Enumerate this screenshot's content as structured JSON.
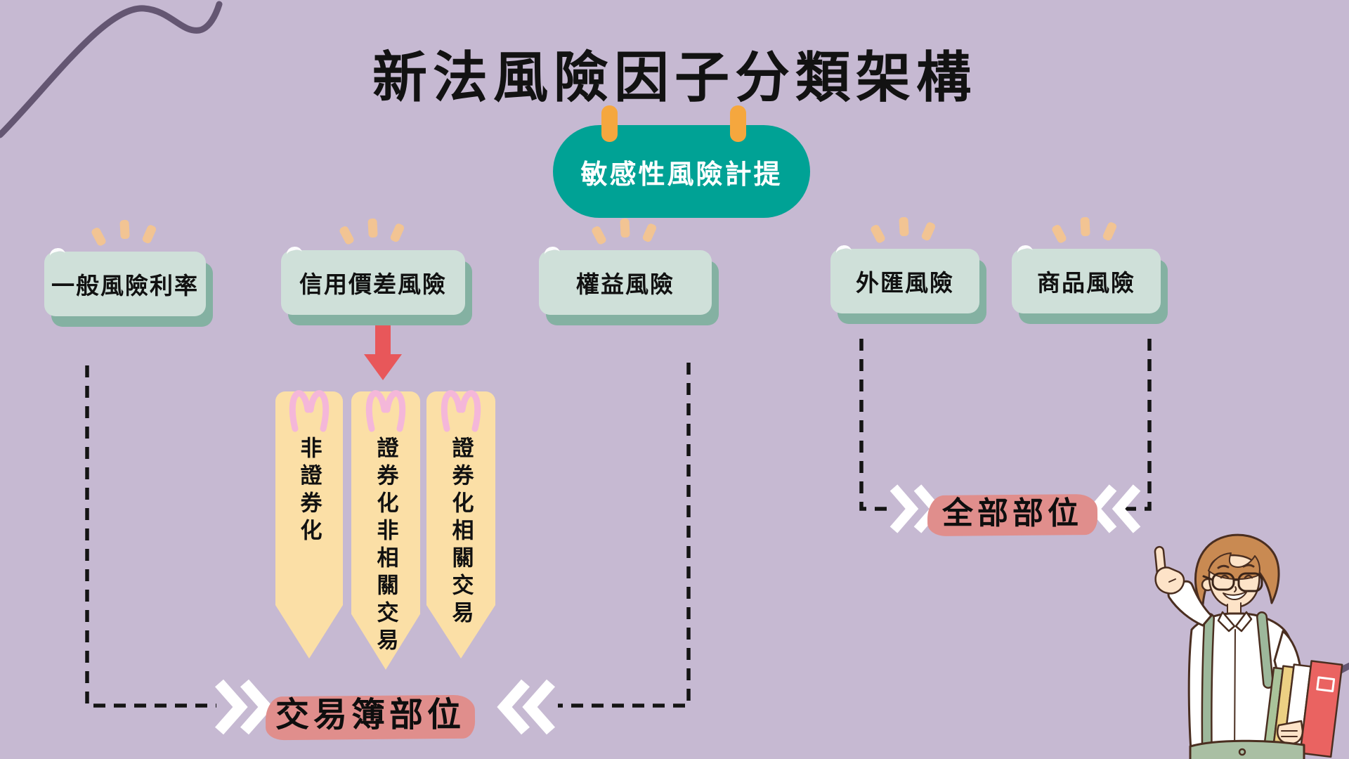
{
  "title": "新法風險因子分類架構",
  "root_node": {
    "label": "敏感性風險計提"
  },
  "risk_boxes": [
    {
      "id": "general-interest-rate-risk",
      "label": "一般風險利率"
    },
    {
      "id": "credit-spread-risk",
      "label": "信用價差風險"
    },
    {
      "id": "equity-risk",
      "label": "權益風險"
    },
    {
      "id": "fx-risk",
      "label": "外匯風險"
    },
    {
      "id": "commodity-risk",
      "label": "商品風險"
    }
  ],
  "credit_spread_tags": [
    {
      "label": "非證券化"
    },
    {
      "label": "證券化非相關交易"
    },
    {
      "label": "證券化相關交易"
    }
  ],
  "group_labels": {
    "trading_book": "交易簿部位",
    "all_positions": "全部部位"
  },
  "icons": {
    "root_pegs": "orange-peg-icon",
    "box_sparkles": "sparkle-rays-icon",
    "tag_ribbons": "pink-ribbon-loop-icon",
    "chevrons": "double-chevron-icon",
    "down_arrow": "red-down-arrow-icon",
    "person": "man-with-books-illustration"
  },
  "colors": {
    "background": "#c6b9d2",
    "title_ink": "#121212",
    "teal": "#00a295",
    "peg_orange": "#f5a73e",
    "box_fill": "#cfe0d9",
    "box_shadow": "#84b1a2",
    "sparkle": "#f2c493",
    "tag_fill": "#fbdfa6",
    "ribbon_pink": "#f4b7d9",
    "arrow_red": "#e8575a",
    "highlight_salmon": "#e08e8c",
    "line_ink": "#141414",
    "curve_purple": "#645672",
    "chevron_white": "#ffffff"
  }
}
